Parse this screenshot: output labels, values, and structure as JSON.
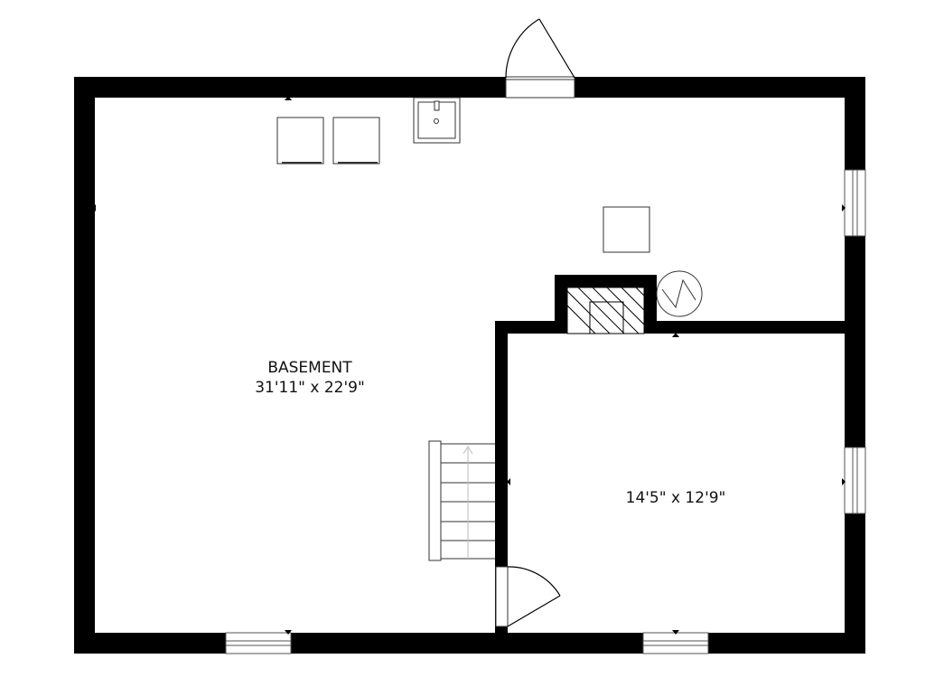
{
  "rooms": [
    {
      "name": "BASEMENT",
      "dimensions": "31'11\" x 22'9\""
    },
    {
      "name": "",
      "dimensions": "14'5\" x 12'9\""
    }
  ],
  "colors": {
    "wall": "#000000",
    "background": "#ffffff",
    "fixture_stroke": "#333333",
    "stair_arrow": "#bbbbbb"
  },
  "fixtures": {
    "laundry": [
      "washer-icon",
      "dryer-icon"
    ],
    "sink": "sink-icon",
    "box": "utility-box-icon",
    "fireplace": "fireplace-icon",
    "water_heater": "water-heater-icon",
    "stairs": "stairs-icon"
  }
}
